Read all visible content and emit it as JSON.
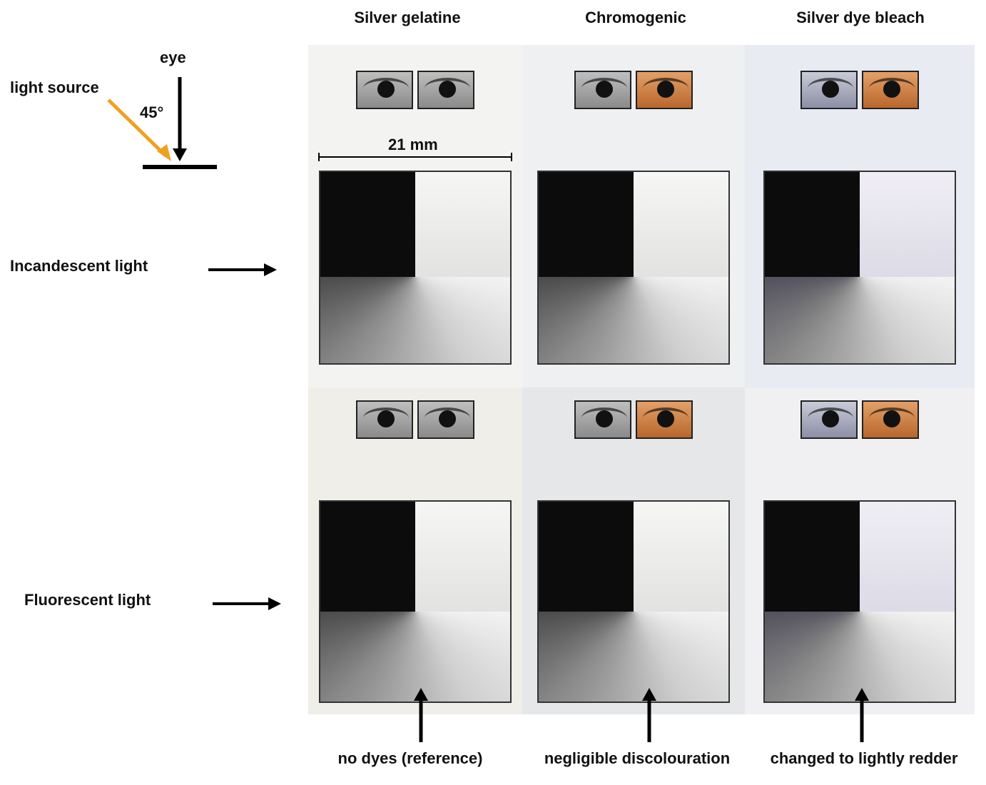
{
  "column_headers": [
    "Silver gelatine",
    "Chromogenic",
    "Silver dye bleach"
  ],
  "geometry_diagram": {
    "eye_label": "eye",
    "light_source_label": "light source",
    "angle_label": "45°",
    "arrow_color": "#f0a020"
  },
  "row_labels": {
    "incandescent": "Incandescent light",
    "fluorescent": "Fluorescent light"
  },
  "scale_label": "21 mm",
  "footer_labels": [
    "no dyes (reference)",
    "negligible discolouration",
    "changed to lightly redder"
  ],
  "colors": {
    "panel_incandescent": [
      "#f3f3f1",
      "#eef0f2",
      "#e9ebf2"
    ],
    "panel_fluorescent": [
      "#efeee8",
      "#e6e7e9",
      "#f0eff1"
    ],
    "eye_right_tint": [
      "gray",
      "orange",
      "orange"
    ],
    "eye_left_tint": [
      "gray",
      "gray",
      "blue"
    ]
  }
}
